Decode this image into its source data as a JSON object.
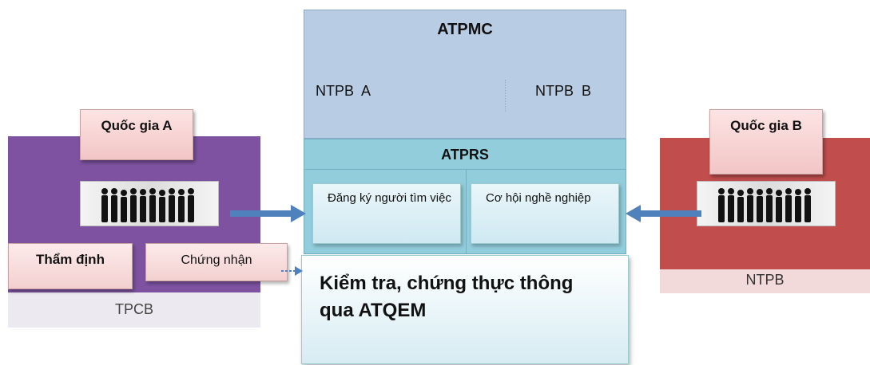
{
  "left": {
    "country": "Quốc gia A",
    "assess": "Thẩm định",
    "certify": "Chứng nhận",
    "label": "TPCB"
  },
  "right": {
    "country": "Quốc gia B",
    "label": "NTPB"
  },
  "center": {
    "atpmc_title": "ATPMC",
    "ntpb_a": "NTPB  A",
    "ntpb_b": "NTPB  B",
    "atprs_title": "ATPRS",
    "job_seeker": "Đăng ký người tìm việc",
    "career": "Cơ hội nghề nghiệp",
    "atqem": "Kiểm tra, chứng thực thông qua ATQEM"
  },
  "colors": {
    "purple": "#7e52a0",
    "red": "#c14d4d",
    "atpmc_blue": "#b8cce4",
    "atprs_teal": "#92cddc",
    "arrow_blue": "#4f81bd"
  }
}
